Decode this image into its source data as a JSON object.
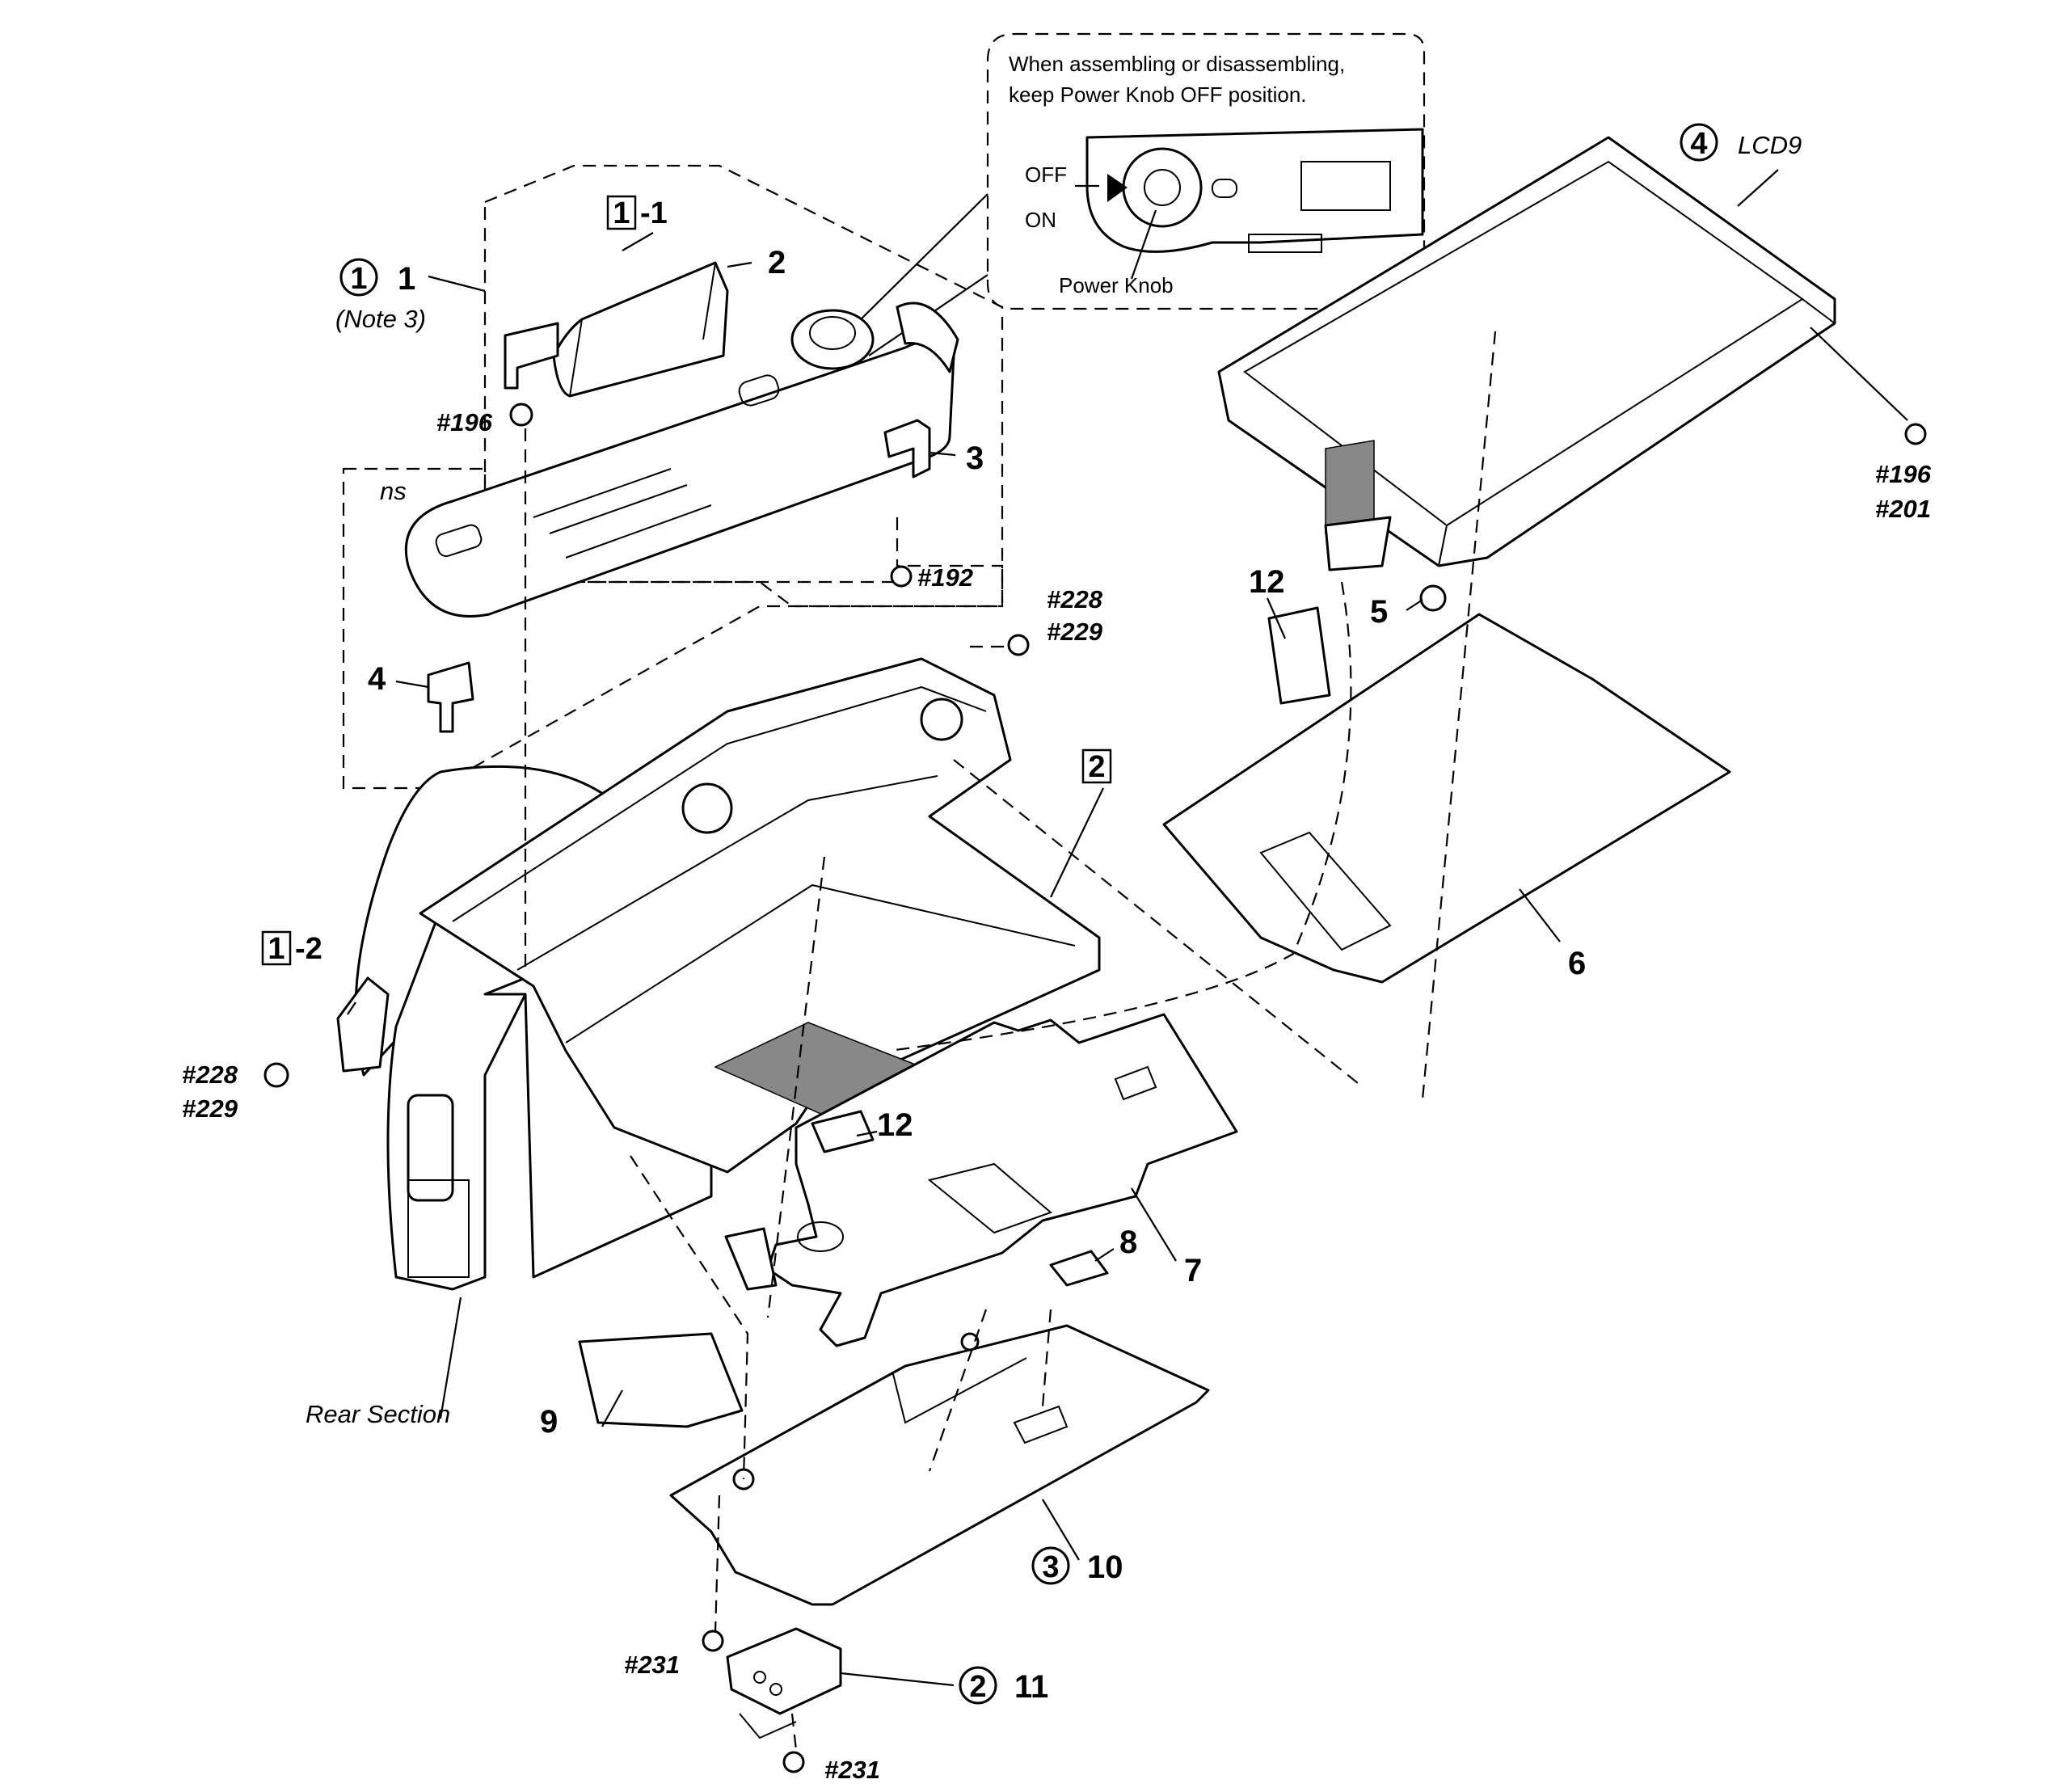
{
  "note": {
    "line1": "When assembling or disassembling,",
    "line2": "keep Power Knob OFF position.",
    "off": "OFF",
    "on": "ON",
    "knob": "Power Knob"
  },
  "labels": {
    "step1": "1",
    "step2": "2",
    "step3": "3",
    "step4": "4",
    "p1": "1",
    "note3": "(Note 3)",
    "p2": "2",
    "p3": "3",
    "p4": "4",
    "p5": "5",
    "p6": "6",
    "p7": "7",
    "p8": "8",
    "p9": "9",
    "p10": "10",
    "p11": "11",
    "p12a": "12",
    "p12b": "12",
    "box1a_num": "1",
    "box1a_suf": "-1",
    "box1b_num": "1",
    "box1b_suf": "-2",
    "box2": "2",
    "ns": "ns",
    "lcd": "LCD9",
    "rear": "Rear Section"
  },
  "screws": {
    "s196a": "#196",
    "s192": "#192",
    "s228a": "#228",
    "s229a": "#229",
    "s228b": "#228",
    "s229b": "#229",
    "s196b": "#196",
    "s201": "#201",
    "s231a": "#231",
    "s231b": "#231"
  }
}
